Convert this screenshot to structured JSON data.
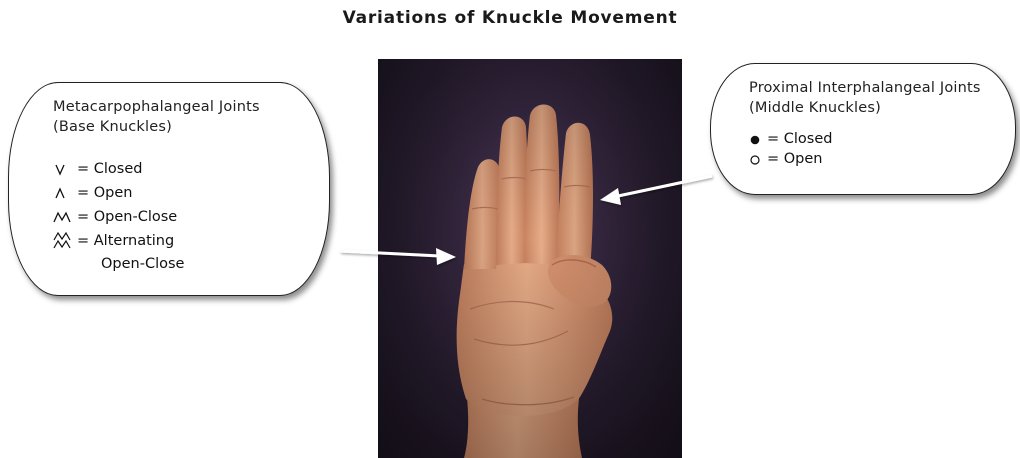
{
  "title": "Variations of Knuckle Movement",
  "left_callout": {
    "heading_line1": "Metacarpophalangeal Joints",
    "heading_line2": "(Base Knuckles)",
    "legend": [
      {
        "icon": "v-closed-icon",
        "text": "= Closed"
      },
      {
        "icon": "caret-open-icon",
        "text": "= Open"
      },
      {
        "icon": "open-close-icon",
        "text": "= Open-Close"
      },
      {
        "icon": "alternating-open-close-icon",
        "text": "= Alternating"
      }
    ],
    "legend_continuation": "Open-Close"
  },
  "right_callout": {
    "heading_line1": "Proximal Interphalangeal Joints",
    "heading_line2": "(Middle Knuckles)",
    "legend": [
      {
        "icon": "filled-circle-icon",
        "text": "= Closed"
      },
      {
        "icon": "open-circle-icon",
        "text": "= Open"
      }
    ]
  },
  "colors": {
    "background": "#ffffff",
    "photo_background": "#2a1f33",
    "skin": "#e0a27e",
    "arrow": "#ffffff",
    "outline": "#222222"
  }
}
